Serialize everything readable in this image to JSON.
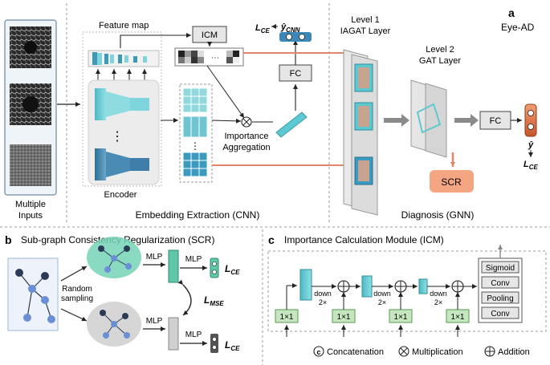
{
  "panel_a": {
    "letter": "a",
    "title": "Eye-AD",
    "inputs_label_line1": "Multiple",
    "inputs_label_line2": "Inputs",
    "feature_map_label": "Feature map",
    "encoder_label": "Encoder",
    "icm_box": "ICM",
    "fc_top": "FC",
    "fc_right": "FC",
    "lce_top": "L",
    "lce_top_sub": "CE",
    "ycnn": "ŷ",
    "ycnn_sub": "CNN",
    "importance_line1": "Importance",
    "importance_line2": "Aggregation",
    "level1_line1": "Level 1",
    "level1_line2": "IAGAT Layer",
    "level2_line1": "Level 2",
    "level2_line2": "GAT Layer",
    "scr_box": "SCR",
    "yhat": "ŷ",
    "lce_right": "L",
    "lce_right_sub": "CE",
    "embedding_caption": "Embedding Extraction (CNN)",
    "diagnosis_caption": "Diagnosis (GNN)",
    "ellipsis": "⋮",
    "dots_h": "⋯"
  },
  "panel_b": {
    "letter": "b",
    "title": "Sub-graph Consistency Regularization (SCR)",
    "random_line1": "Random",
    "random_line2": "sampling",
    "mlp1": "MLP",
    "mlp2": "MLP",
    "mlp3": "MLP",
    "mlp4": "MLP",
    "lce1": "L",
    "lce1_sub": "CE",
    "lce2": "L",
    "lce2_sub": "CE",
    "lmse": "L",
    "lmse_sub": "MSE"
  },
  "panel_c": {
    "letter": "c",
    "title": "Importance Calculation Module (ICM)",
    "conv1x1": [
      "1×1",
      "1×1",
      "1×1",
      "1×1"
    ],
    "down_label": [
      "down",
      "down",
      "down"
    ],
    "down_factor": [
      "2×",
      "2×",
      "2×"
    ],
    "stack": [
      "Sigmoid",
      "Conv",
      "Pooling",
      "Conv"
    ],
    "legend_concat": "Concatenation",
    "legend_mult": "Multiplication",
    "legend_add": "Addition",
    "legend_c_symbol": "c"
  },
  "colors": {
    "teal": "#5ec8cf",
    "teal_dark": "#2a8fa0",
    "blue_dark": "#3d7ea6",
    "green_box": "#c6e6c0",
    "red_arrow": "#e5836b",
    "scr_fill": "#f4a683",
    "gray_arrow": "#8a8a8a",
    "ellipse_green": "#74d4b6",
    "node_dark": "#2b3a55",
    "node_light": "#6a8fd6"
  }
}
